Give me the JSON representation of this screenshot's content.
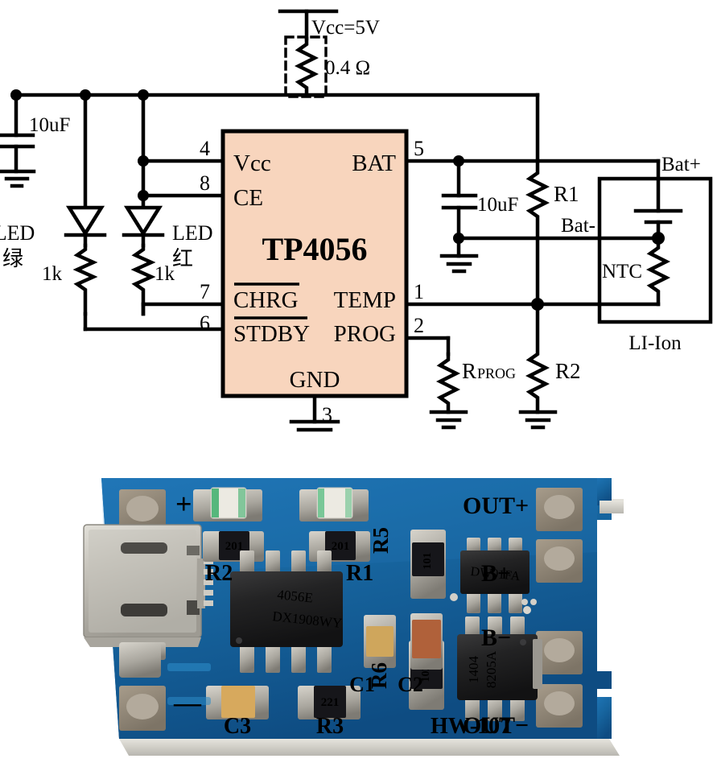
{
  "schematic": {
    "supply": {
      "label": "Vcc=5V",
      "series_resistor": "0.4 Ω"
    },
    "input_cap": "10uF",
    "leds": [
      {
        "name": "LED",
        "color_label": "绿",
        "resistor": "1k",
        "pin_label": "6"
      },
      {
        "name": "LED",
        "color_label": "红",
        "resistor": "1k",
        "pin_label": "7"
      }
    ],
    "ic": {
      "part": "TP4056",
      "left_pins": [
        {
          "num": "4",
          "name": "Vcc"
        },
        {
          "num": "8",
          "name": "CE"
        },
        {
          "num": "7",
          "name": "CHRG",
          "overbar": true
        },
        {
          "num": "6",
          "name": "STDBY",
          "overbar": true
        }
      ],
      "right_pins": [
        {
          "num": "5",
          "name": "BAT"
        },
        {
          "num": "1",
          "name": "TEMP"
        },
        {
          "num": "2",
          "name": "PROG"
        }
      ],
      "bottom_pin": {
        "num": "3",
        "name": "GND"
      }
    },
    "output_cap": "10uF",
    "resistors": [
      {
        "ref": "R1"
      },
      {
        "ref": "R2"
      },
      {
        "ref": "R",
        "sub": "PROG"
      }
    ],
    "battery": {
      "plus": "Bat+",
      "minus": "Bat-",
      "thermistor": "NTC",
      "caption": "LI-Ion"
    },
    "colors": {
      "ic_fill": "#f8d5bd",
      "wire": "#000000"
    }
  },
  "pcb": {
    "silkscreen": {
      "plus": "+",
      "minus": "—",
      "out_plus": "OUT+",
      "out_minus": "OUT−",
      "b_plus": "B+",
      "b_minus": "B−",
      "r1": "R1",
      "r2": "R2",
      "r3": "R3",
      "r5": "R5",
      "r6": "R6",
      "c1": "C1",
      "c2": "C2",
      "c3": "C3",
      "board_id": "HW-107"
    },
    "components": {
      "charger_ic_line1": "4056E",
      "charger_ic_line2": "DX1908WY",
      "protection_ic": "DW01FA",
      "mosfet_line1": "8205A",
      "mosfet_line2": "1404",
      "res_201_a": "201",
      "res_201_b": "201",
      "res_221": "221",
      "res_101": "101",
      "res_102": "102"
    },
    "colors": {
      "board": "#1763a0",
      "board_dark": "#0f4f86",
      "silk": "#ffffff",
      "pad": "#9a9081",
      "metal": "#c9c6bf",
      "ic_black": "#1a1a1a",
      "cap_tan": "#d8a659",
      "cap_orange": "#b4643a",
      "led_white": "#eceae2",
      "edge": "#d8d6cf"
    }
  }
}
